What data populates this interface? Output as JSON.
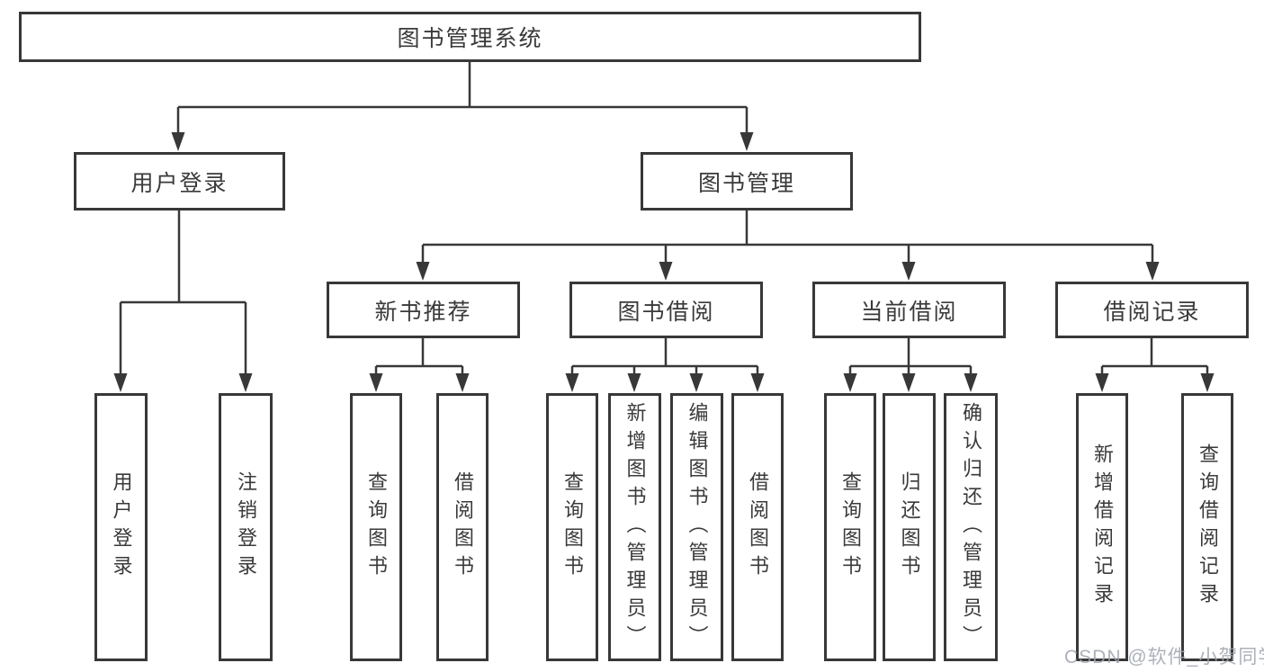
{
  "watermark": "CSDN @软件_小贺同学",
  "colors": {
    "line": "#383838",
    "text": "#3a3a3a",
    "background": "#ffffff",
    "watermark": "#9ea3ad"
  },
  "tree": {
    "label": "图书管理系统",
    "children": [
      {
        "label": "用户登录",
        "children": [
          {
            "label": "用户登录"
          },
          {
            "label": "注销登录"
          }
        ]
      },
      {
        "label": "图书管理",
        "children": [
          {
            "label": "新书推荐",
            "children": [
              {
                "label": "查询图书"
              },
              {
                "label": "借阅图书"
              }
            ]
          },
          {
            "label": "图书借阅",
            "children": [
              {
                "label": "查询图书"
              },
              {
                "label": "新增图书（管理员）"
              },
              {
                "label": "编辑图书（管理员）"
              },
              {
                "label": "借阅图书"
              }
            ]
          },
          {
            "label": "当前借阅",
            "children": [
              {
                "label": "查询图书"
              },
              {
                "label": "归还图书"
              },
              {
                "label": "确认归还（管理员）"
              }
            ]
          },
          {
            "label": "借阅记录",
            "children": [
              {
                "label": "新增借阅记录"
              },
              {
                "label": "查询借阅记录"
              }
            ]
          }
        ]
      }
    ]
  }
}
